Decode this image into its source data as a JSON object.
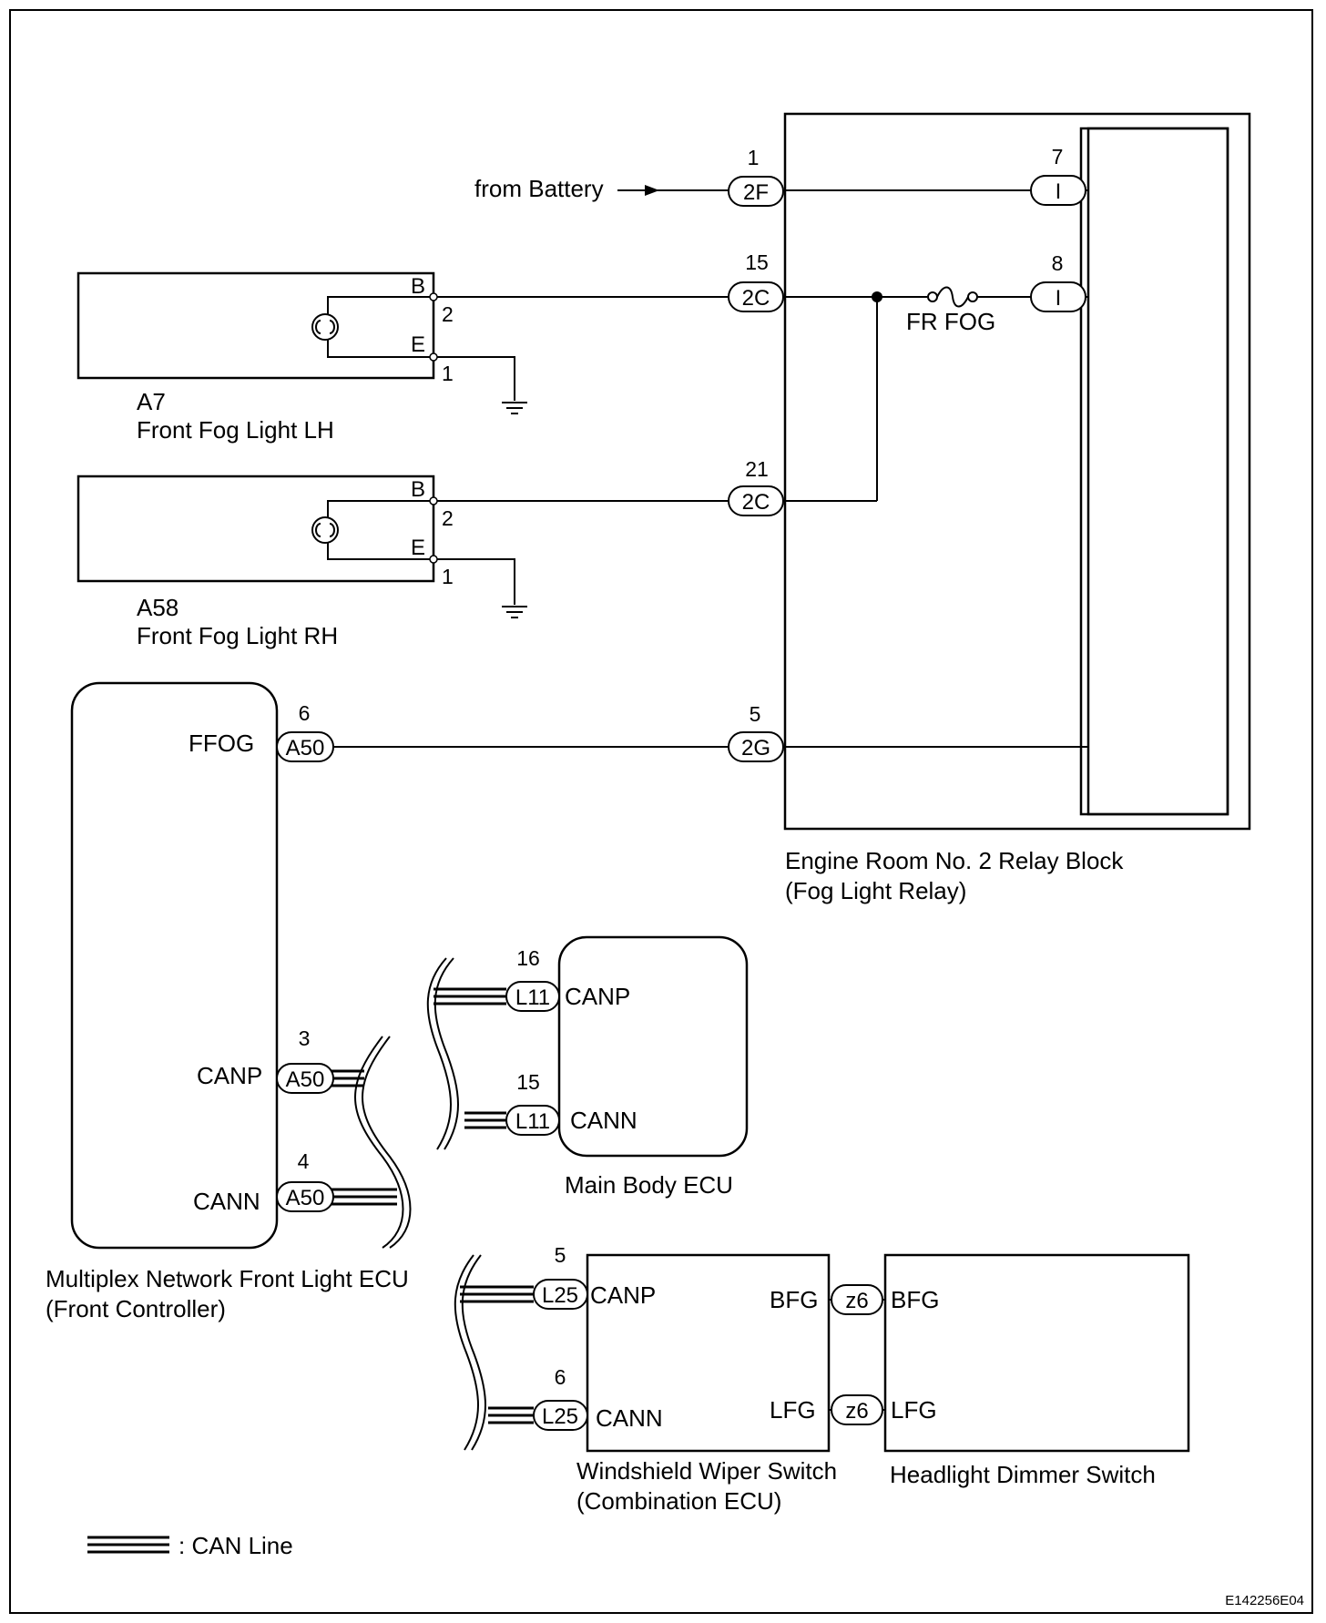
{
  "connectors": {
    "c_2f": "2F",
    "c_2c_a": "2C",
    "c_2c_b": "2C",
    "c_2g": "2G",
    "c_i_7": "I",
    "c_i_8": "I",
    "c_a50_6": "A50",
    "c_a50_3": "A50",
    "c_a50_4": "A50",
    "c_l11_16": "L11",
    "c_l11_15": "L11",
    "c_l25_5": "L25",
    "c_l25_6": "L25",
    "c_z6_a": "z6",
    "c_z6_b": "z6"
  },
  "pins": {
    "p_2f": "1",
    "p_2c_a": "15",
    "p_2c_b": "21",
    "p_2g": "5",
    "p_i7": "7",
    "p_i8": "8",
    "p_a50_6": "6",
    "p_a50_3": "3",
    "p_a50_4": "4",
    "p_l11_16": "16",
    "p_l11_15": "15",
    "p_l25_5": "5",
    "p_l25_6": "6",
    "p_lh_2": "2",
    "p_lh_1": "1",
    "p_rh_2": "2",
    "p_rh_1": "1"
  },
  "terminals": {
    "lh_b": "B",
    "lh_e": "E",
    "rh_b": "B",
    "rh_e": "E",
    "ffog": "FFOG",
    "front_canp": "CANP",
    "front_cann": "CANN",
    "mb_canp": "CANP",
    "mb_cann": "CANN",
    "ws_canp": "CANP",
    "ws_cann": "CANN",
    "ws_bfg": "BFG",
    "ws_lfg": "LFG",
    "hd_bfg": "BFG",
    "hd_lfg": "LFG"
  },
  "labels": {
    "from_battery": "from Battery",
    "fuse": "FR FOG",
    "a7_code": "A7",
    "a7_name": "Front Fog Light LH",
    "a58_code": "A58",
    "a58_name": "Front Fog Light RH",
    "relay_block_line1": "Engine Room No. 2 Relay Block",
    "relay_block_line2": "(Fog Light Relay)",
    "front_ecu_line1": "Multiplex Network Front Light ECU",
    "front_ecu_line2": "(Front Controller)",
    "main_body_ecu": "Main Body ECU",
    "wiper_line1": "Windshield Wiper Switch",
    "wiper_line2": "(Combination ECU)",
    "dimmer": "Headlight Dimmer Switch",
    "legend": ": CAN Line",
    "figure_code": "E142256E04"
  }
}
